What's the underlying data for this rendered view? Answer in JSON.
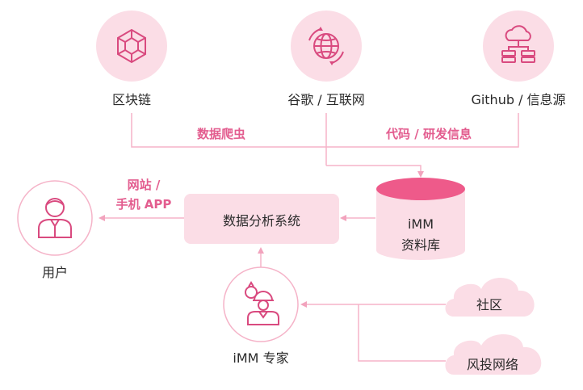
{
  "nodes": {
    "blockchain": {
      "label": "区块链",
      "icon": "blockchain-cube-icon"
    },
    "google": {
      "label": "谷歌 / 互联网",
      "icon": "globe-icon"
    },
    "github": {
      "label": "Github / 信息源",
      "icon": "cloud-server-icon"
    },
    "database": {
      "line1": "iMM",
      "line2": "资料库"
    },
    "analysis": {
      "label": "数据分析系统"
    },
    "user": {
      "label": "用户",
      "icon": "user-icon"
    },
    "expert": {
      "label": "iMM 专家",
      "icon": "engineer-icon"
    },
    "community": {
      "label": "社区"
    },
    "vc": {
      "label": "风投网络"
    }
  },
  "edges": {
    "crawler": "数据爬虫",
    "code": "代码 / 研发信息",
    "website_line1": "网站 /",
    "website_line2": "手机 APP"
  },
  "colors": {
    "accent": "#e35d8f",
    "light_fill": "#fbdde6",
    "line": "#f2a3bd",
    "db_top": "#ee5a8a"
  }
}
